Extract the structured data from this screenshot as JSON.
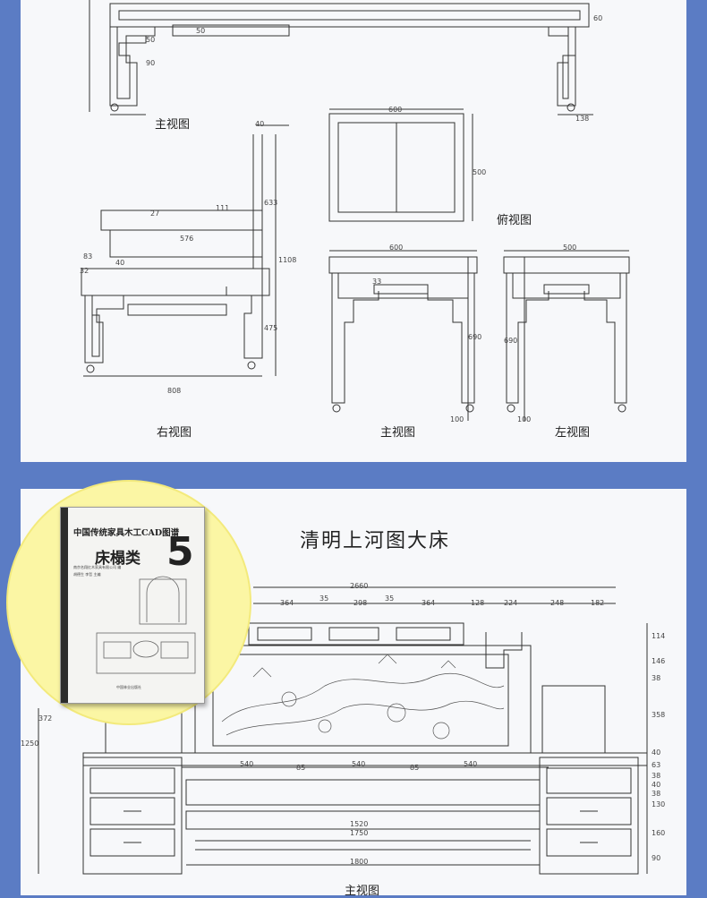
{
  "top_panel": {
    "labels": {
      "front_view_1": "主视图",
      "right_view": "右视图",
      "top_view": "俯视图",
      "front_view_2": "主视图",
      "left_view": "左视图"
    },
    "dims": [
      "50",
      "50",
      "90",
      "138",
      "60",
      "40",
      "633",
      "1108",
      "475",
      "27",
      "111",
      "576",
      "83",
      "40",
      "32",
      "808",
      "600",
      "500",
      "600",
      "33",
      "690",
      "100",
      "500",
      "690",
      "100"
    ]
  },
  "bottom_panel": {
    "title": "清明上河图大床",
    "label": "主视图",
    "dims_top": [
      "2660",
      "364",
      "35",
      "298",
      "35",
      "364",
      "128",
      "224",
      "248",
      "182"
    ],
    "dims_right": [
      "114",
      "146",
      "38",
      "358",
      "40",
      "63",
      "38",
      "40",
      "38",
      "130",
      "160",
      "90"
    ],
    "dims_left": [
      "372",
      "1250"
    ],
    "dims_mid": [
      "540",
      "85",
      "540",
      "85",
      "540",
      "1520",
      "1750",
      "1800"
    ]
  },
  "book": {
    "series": "中国传统家具木工CAD图谱",
    "title": "床榻类",
    "number": "5",
    "publisher_line": "南京名翔红木家具有限公司 编",
    "editors": "胡德生 李哲 主编",
    "press": "中国林业出版社"
  },
  "colors": {
    "background": "#5b7cc4",
    "panel": "#f7f8fa",
    "highlight": "#fbf6a4"
  }
}
